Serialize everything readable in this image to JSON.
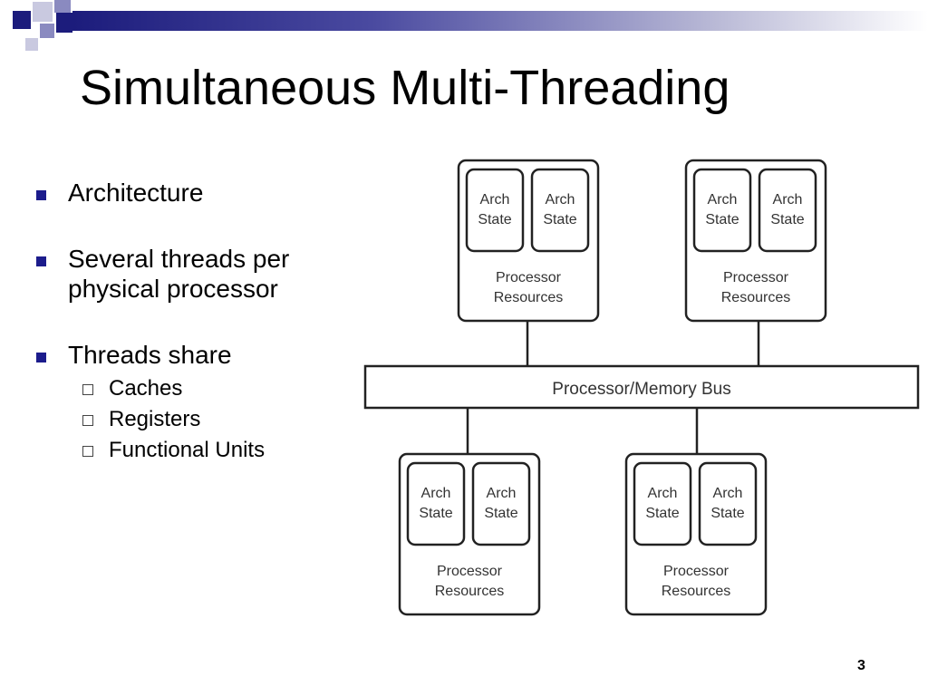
{
  "slide": {
    "title": "Simultaneous Multi-Threading",
    "page_number": "3",
    "colors": {
      "accent": "#1c1c8c",
      "deco_dark": "#1c1c7c",
      "deco_light": "#b9b9d6"
    }
  },
  "bullets": [
    {
      "text": "Architecture"
    },
    {
      "text": "Several threads per physical processor"
    },
    {
      "text": "Threads share",
      "subitems": [
        "Caches",
        "Registers",
        "Functional Units"
      ]
    }
  ],
  "diagram": {
    "bus_label": "Processor/Memory Bus",
    "processors": [
      {
        "arch_labels": [
          [
            "Arch",
            "State"
          ],
          [
            "Arch",
            "State"
          ]
        ],
        "resources_label": [
          "Processor",
          "Resources"
        ]
      },
      {
        "arch_labels": [
          [
            "Arch",
            "State"
          ],
          [
            "Arch",
            "State"
          ]
        ],
        "resources_label": [
          "Processor",
          "Resources"
        ]
      },
      {
        "arch_labels": [
          [
            "Arch",
            "State"
          ],
          [
            "Arch",
            "State"
          ]
        ],
        "resources_label": [
          "Processor",
          "Resources"
        ]
      },
      {
        "arch_labels": [
          [
            "Arch",
            "State"
          ],
          [
            "Arch",
            "State"
          ]
        ],
        "resources_label": [
          "Processor",
          "Resources"
        ]
      }
    ]
  }
}
